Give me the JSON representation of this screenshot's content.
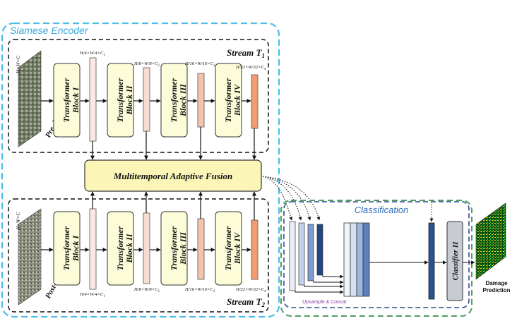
{
  "encoder": {
    "title": "Siamese Encoder",
    "stream1": {
      "label": "Stream T",
      "sub": "1"
    },
    "stream2": {
      "label": "Stream T",
      "sub": "2"
    },
    "input_dims": "H×W×C",
    "pre_label": "Pre-disaster",
    "post_label": "Post-disaster",
    "blocks": [
      {
        "line1": "Transformer",
        "line2": "Block I"
      },
      {
        "line1": "Transformer",
        "line2": "Block II"
      },
      {
        "line1": "Transformer",
        "line2": "Block III"
      },
      {
        "line1": "Transformer",
        "line2": "Block IV"
      }
    ],
    "feature_dims": [
      {
        "t": "H/4×W/4×C",
        "s": "1"
      },
      {
        "t": "H/8×W/8×C",
        "s": "2"
      },
      {
        "t": "H/16×W/16×C",
        "s": "3"
      },
      {
        "t": "H/32×W/32×C",
        "s": "4"
      }
    ],
    "colors": {
      "encoder_border": "#4bbde8",
      "block_fill": "#fdfcd9",
      "fusion_fill": "#fbf6b8",
      "feat_colors": [
        "#fbe8e4",
        "#f8dcd2",
        "#f4c3a9",
        "#f19d6d"
      ]
    }
  },
  "fusion": {
    "label": "Multitemporal Adaptive Fusion"
  },
  "classification": {
    "title": "Classification",
    "upsample_label": "Upsample & Concat",
    "classifier_label": "Classifier II",
    "colors": {
      "border": "#4d9f5a",
      "inner_border": "#2d4d8c",
      "title": "#2f6fb8",
      "upsample_text": "#8a3aa8"
    }
  },
  "output": {
    "line1": "Damage",
    "line2": "Prediction"
  }
}
